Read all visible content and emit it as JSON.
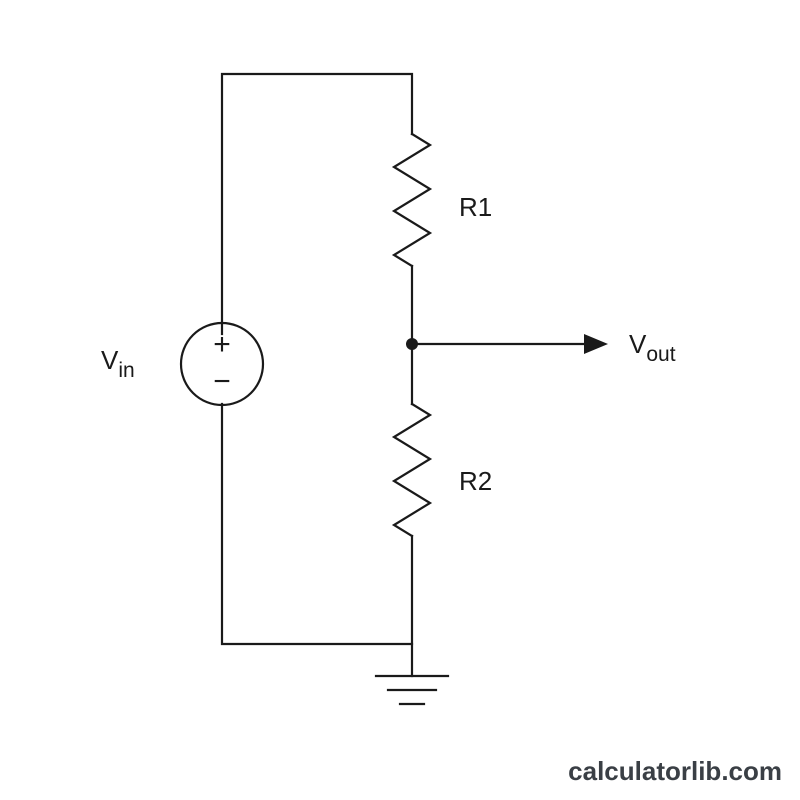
{
  "colors": {
    "wire": "#1a1a1a",
    "background": "#ffffff",
    "watermark": "#3a3f45"
  },
  "source": {
    "label_main": "V",
    "label_sub": "in",
    "plus": "+",
    "minus": "−"
  },
  "resistors": [
    {
      "label": "R1"
    },
    {
      "label": "R2"
    }
  ],
  "output": {
    "label_main": "V",
    "label_sub": "out"
  },
  "watermark": {
    "text": "calculatorlib.com"
  }
}
